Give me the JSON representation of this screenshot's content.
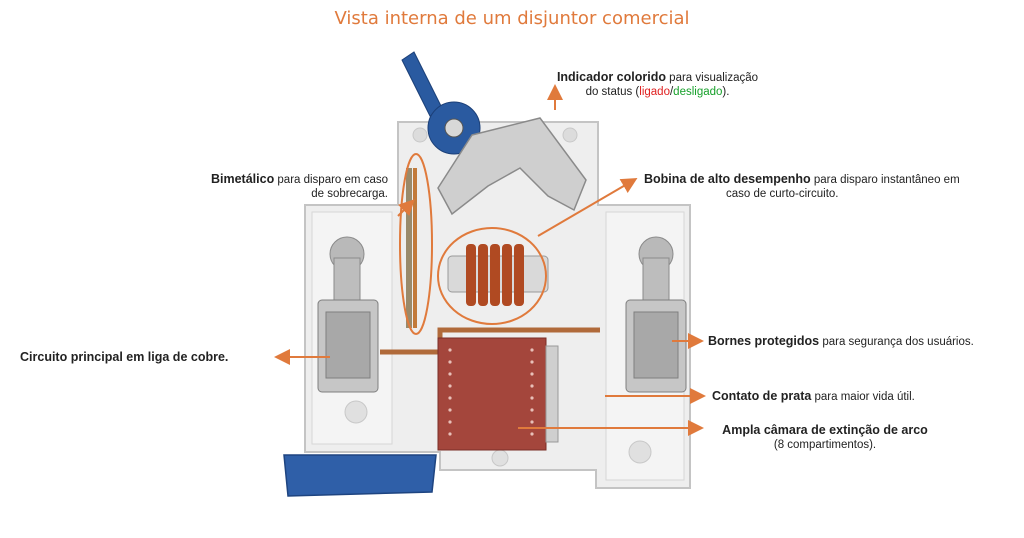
{
  "title": "Vista interna de um disjuntor comercial",
  "colors": {
    "accent": "#e07a3c",
    "ligado": "#e02020",
    "desligado": "#16a02a",
    "lever": "#2a5aa0",
    "chamber": "#a4463c",
    "coil": "#b04a22"
  },
  "labels": {
    "indicador": {
      "bold": "Indicador colorido",
      "rest1": " para visualização",
      "rest2_pre": "do status (",
      "ligado": "ligado",
      "slash": "/",
      "desligado": "desligado",
      "rest2_post": ")."
    },
    "bimetalico": {
      "bold": "Bimetálico",
      "rest1": " para disparo em caso",
      "rest2": "de sobrecarga."
    },
    "bobina": {
      "bold": "Bobina de alto desempenho",
      "rest1": " para disparo instantâneo em",
      "rest2": "caso de curto-circuito."
    },
    "circuito": {
      "bold": "Circuito principal em liga de cobre."
    },
    "bornes": {
      "bold": "Bornes protegidos",
      "rest": " para segurança dos usuários."
    },
    "contato": {
      "bold": "Contato de prata",
      "rest": " para maior vida útil."
    },
    "camara": {
      "bold": "Ampla câmara  de extinção de arco",
      "rest": "(8 compartimentos)."
    }
  }
}
